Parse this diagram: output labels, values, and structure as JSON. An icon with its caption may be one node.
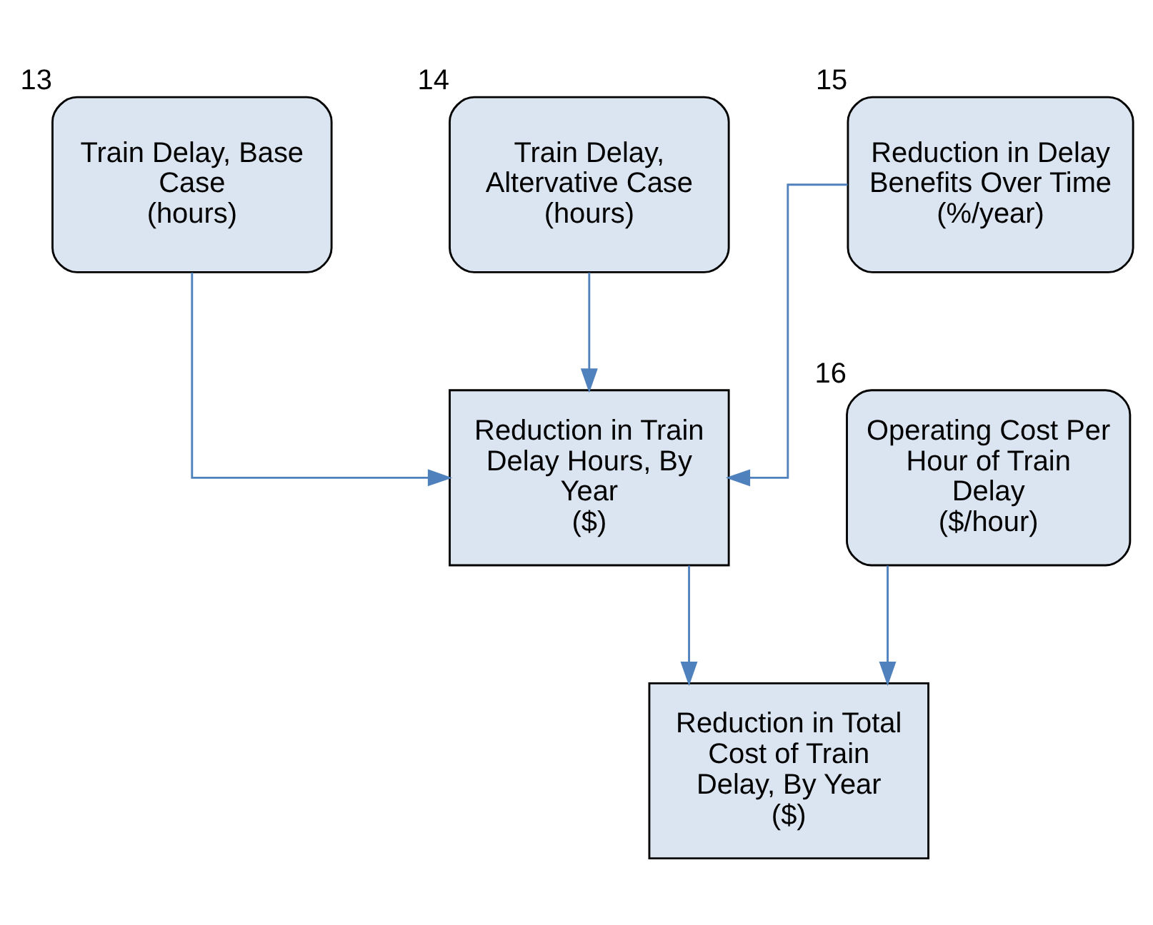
{
  "diagram": {
    "nodes": [
      {
        "text": [
          "Train Delay, Base Case",
          "(hours)"
        ],
        "beside": [
          "13"
        ]
      },
      {
        "text": [
          "Train Delay, Altervative Case",
          "(hours)"
        ],
        "beside": [
          "14"
        ]
      },
      {
        "text": [
          "Reduction in Delay Benefits Over Time",
          "(%/year)"
        ],
        "beside": [
          "15"
        ]
      },
      {
        "text": [
          "Reduction in Train Delay Hours, By Year",
          "($)"
        ]
      },
      {
        "text": [
          "Operating Cost Per Hour of Train Delay",
          "($/hour)"
        ],
        "beside": [
          "16"
        ]
      },
      {
        "text": [
          "Reduction in Total Cost of Train Delay, By Year",
          "($)"
        ]
      }
    ],
    "edges": [
      {
        "from": 0,
        "to": 3,
        "arrow": "to"
      },
      {
        "from": 1,
        "to": 3,
        "arrow": "to"
      },
      {
        "from": 2,
        "to": 3,
        "arrow": "to"
      },
      {
        "from": 3,
        "to": 5,
        "arrow": "to"
      },
      {
        "from": 4,
        "to": 5,
        "arrow": "to"
      }
    ]
  }
}
